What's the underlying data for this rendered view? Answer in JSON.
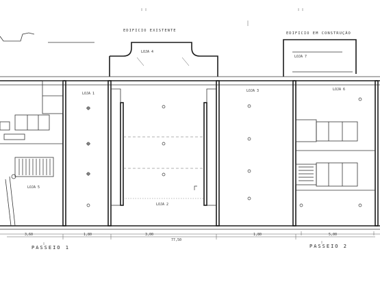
{
  "top_labels": {
    "left_building": "EDIFICIO EXISTENTE",
    "right_building": "EDIFICIO EM CONSTRUÇÃO"
  },
  "bottom_labels": {
    "passage_left": "PASSEIO 1",
    "passage_right": "PASSEIO 2",
    "overall_dim": "77,50"
  },
  "rooms": {
    "unit_a": "LOJA 1",
    "unit_b": "LOJA 2",
    "unit_c": "LOJA 3",
    "unit_d": "LOJA 4",
    "unit_e": "LOJA 5",
    "unit_f": "LOJA 6",
    "unit_g": "LOJA 7"
  },
  "dimensions": {
    "d1": "1,80",
    "d2": "3,00",
    "d3": "1,80",
    "d4": "5,00",
    "d5": "3,60"
  }
}
